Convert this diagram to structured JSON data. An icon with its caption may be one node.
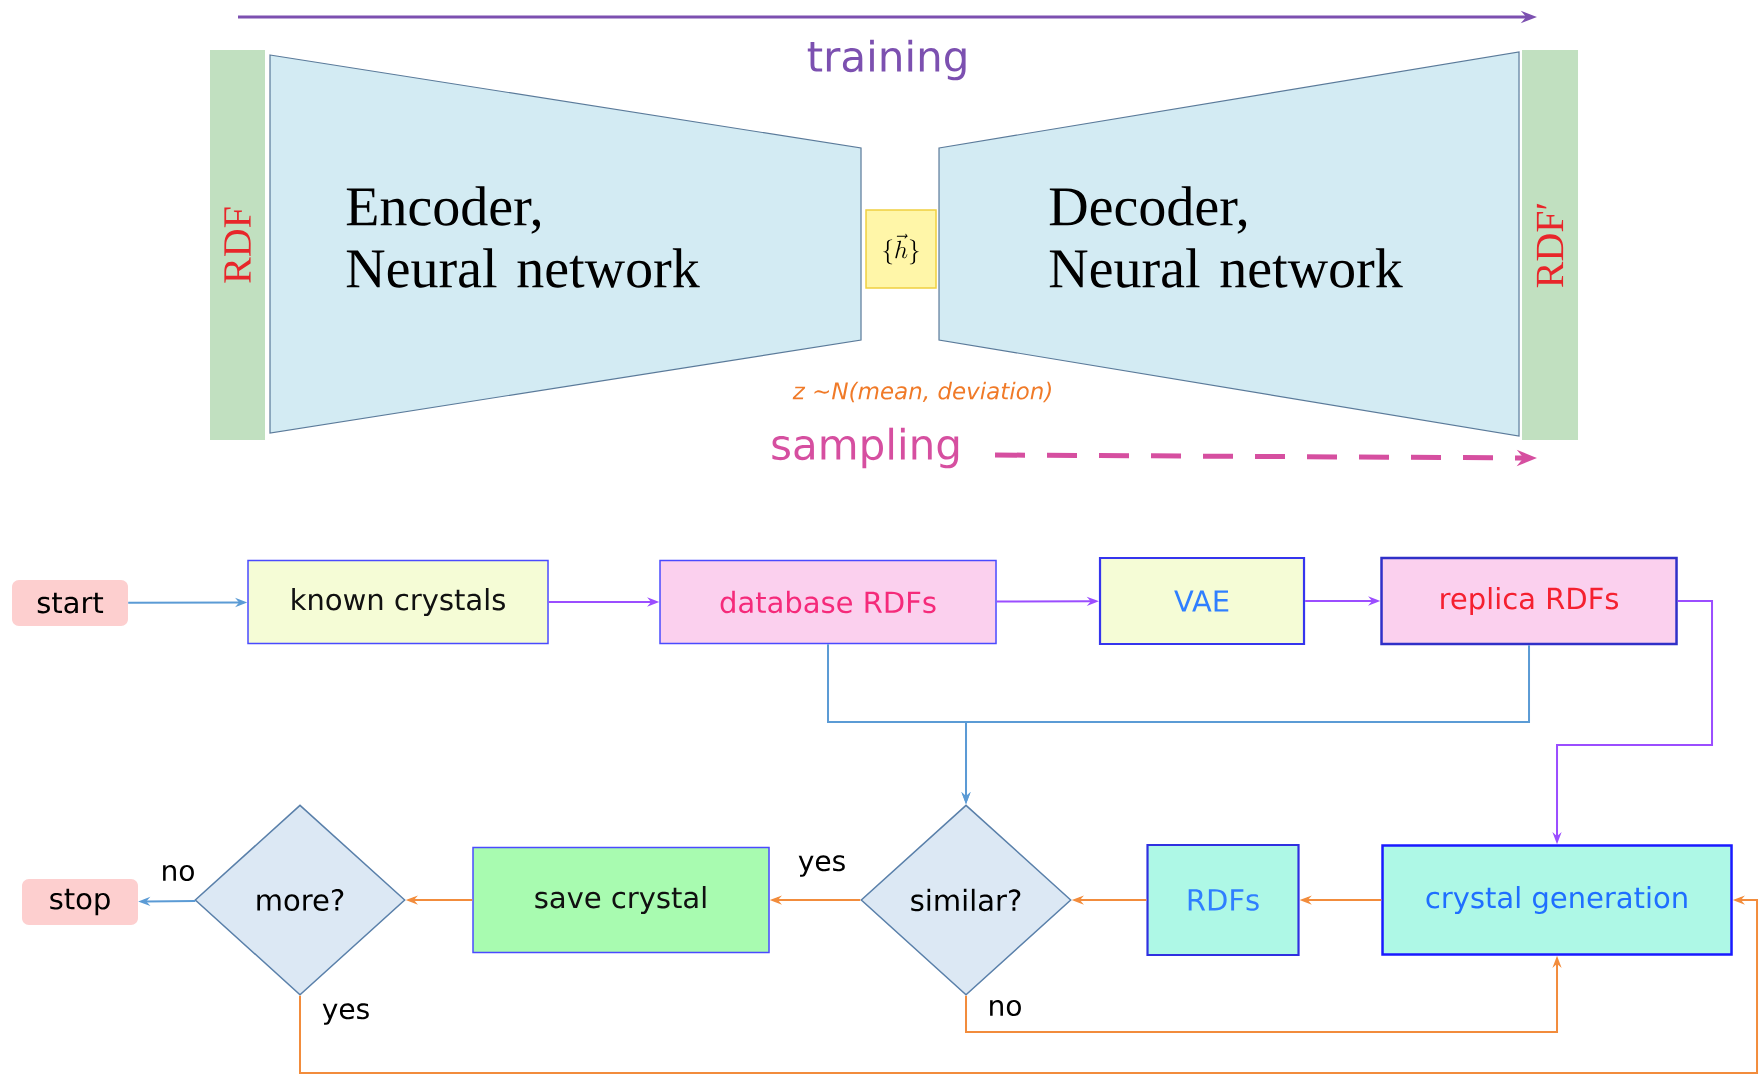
{
  "diagram": {
    "nodes": [
      {
        "text": [
          "RDF"
        ]
      },
      {
        "text": [
          "Encoder, Neural network"
        ]
      },
      {
        "text": [
          "\\{\\vec{h}\\}"
        ]
      },
      {
        "text": [
          "Decoder, Neural network"
        ]
      },
      {
        "text": [
          "RDF′"
        ]
      },
      {
        "text": [
          "start"
        ]
      },
      {
        "text": [
          "known crystals"
        ]
      },
      {
        "text": [
          "database RDFs"
        ]
      },
      {
        "text": [
          "VAE"
        ]
      },
      {
        "text": [
          "replica RDFs"
        ]
      },
      {
        "text": [
          "stop"
        ]
      },
      {
        "text": [
          "more?"
        ]
      },
      {
        "text": [
          "save crystal"
        ]
      },
      {
        "text": [
          "similar?"
        ]
      },
      {
        "text": [
          "RDFs"
        ]
      },
      {
        "text": [
          "crystal generation"
        ]
      }
    ],
    "edges": [
      {
        "from": 5,
        "to": 6,
        "arrow": "to",
        "color": "#5b9bd5"
      },
      {
        "from": 6,
        "to": 7,
        "arrow": "to",
        "color": "#9b4dff"
      },
      {
        "from": 7,
        "to": 8,
        "arrow": "to",
        "color": "#9b4dff"
      },
      {
        "from": 8,
        "to": 9,
        "arrow": "to",
        "color": "#9b4dff"
      },
      {
        "from": 7,
        "to": 13,
        "arrow": "to",
        "color": "#5b9bd5"
      },
      {
        "from": 9,
        "to": 13,
        "arrow": "to",
        "color": "#5b9bd5"
      },
      {
        "from": 9,
        "to": 15,
        "arrow": "to",
        "color": "#9b4dff"
      },
      {
        "from": 15,
        "to": 14,
        "arrow": "to",
        "color": "#f28c3c"
      },
      {
        "from": 14,
        "to": 13,
        "arrow": "to",
        "color": "#f28c3c"
      },
      {
        "from": 13,
        "to": 12,
        "arrow": "to",
        "label": "yes",
        "color": "#f28c3c"
      },
      {
        "from": 12,
        "to": 11,
        "arrow": "to",
        "color": "#f28c3c"
      },
      {
        "from": 11,
        "to": 10,
        "arrow": "to",
        "label": "no",
        "color": "#5b9bd5"
      },
      {
        "from": 13,
        "to": 15,
        "arrow": "to",
        "label": "no",
        "color": "#f28c3c"
      },
      {
        "from": 11,
        "to": 15,
        "arrow": "to",
        "label": "yes",
        "color": "#f28c3c"
      }
    ],
    "labels": [
      "training",
      "z ~N(mean, deviation)",
      "sampling"
    ]
  }
}
